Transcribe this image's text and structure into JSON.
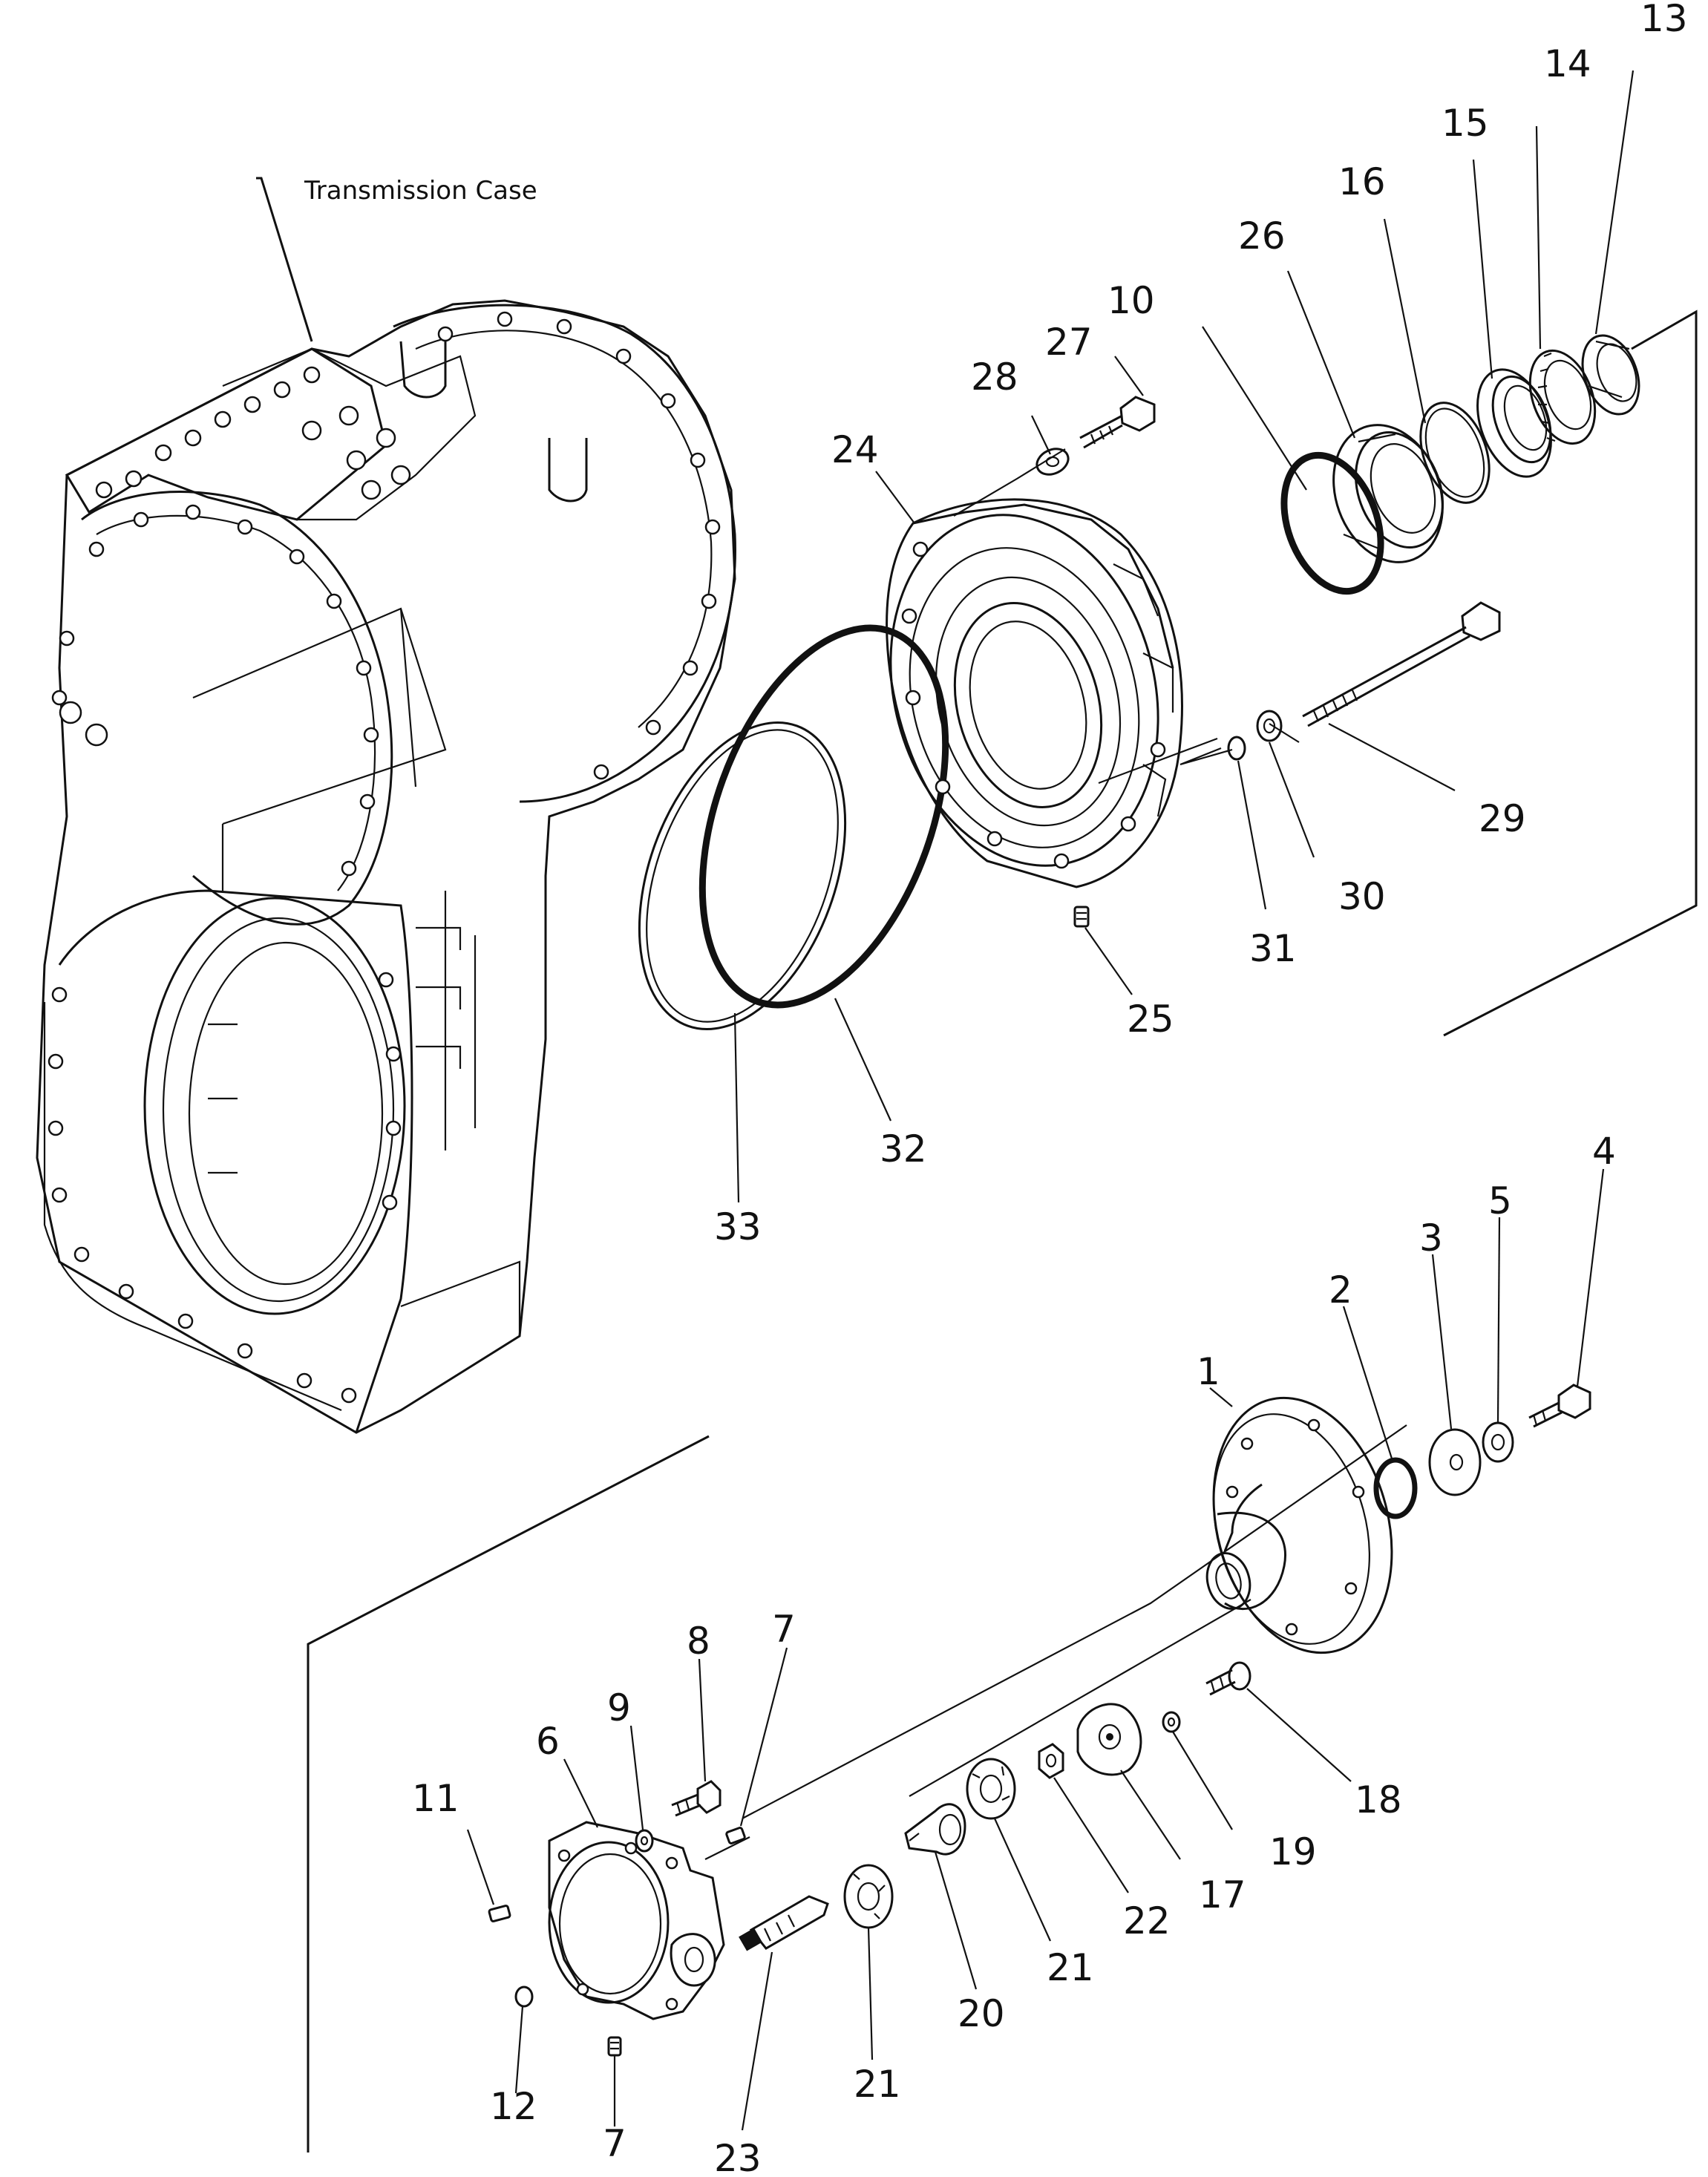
{
  "case_label": "Transmission Case",
  "part_numbers": [
    "1",
    "2",
    "3",
    "4",
    "5",
    "6",
    "7",
    "7",
    "8",
    "9",
    "10",
    "11",
    "12",
    "13",
    "14",
    "15",
    "16",
    "17",
    "18",
    "19",
    "20",
    "21",
    "21",
    "22",
    "23",
    "24",
    "25",
    "26",
    "27",
    "28",
    "29",
    "30",
    "31",
    "32",
    "33"
  ]
}
